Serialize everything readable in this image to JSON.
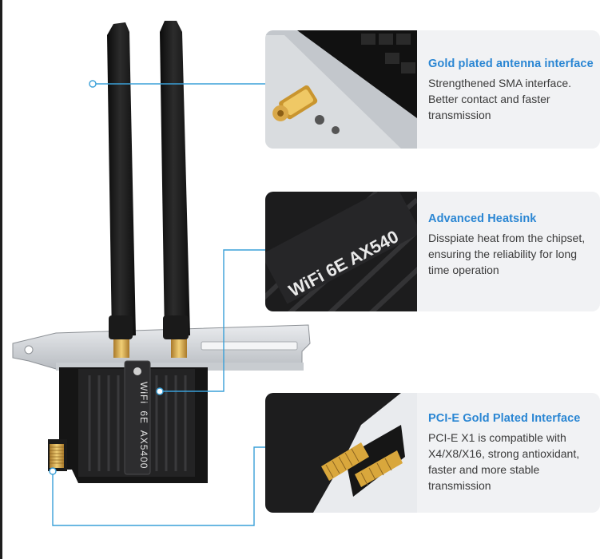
{
  "product": {
    "brand_badge": "WiFi",
    "badge_mark": "6E",
    "model": "AX5400",
    "heatsink_text": "WiFi 6E AX540"
  },
  "features": [
    {
      "title": "Gold plated antenna interface",
      "description": "Strengthened SMA interface. Better contact and faster transmission"
    },
    {
      "title": "Advanced Heatsink",
      "description": "Disspiate heat from the chipset, ensuring the reliability for long time operation"
    },
    {
      "title": "PCI-E Gold Plated Interface",
      "description": "PCI-E X1 is compatible with X4/X8/X16, strong antioxidant, faster and more stable transmission"
    }
  ],
  "colors": {
    "accent": "#2a86d3",
    "callout_line": "#3aa0d8",
    "card_bg": "#f1f2f4",
    "heatsink": "#1f1f20",
    "gold": "#d7a63b"
  }
}
